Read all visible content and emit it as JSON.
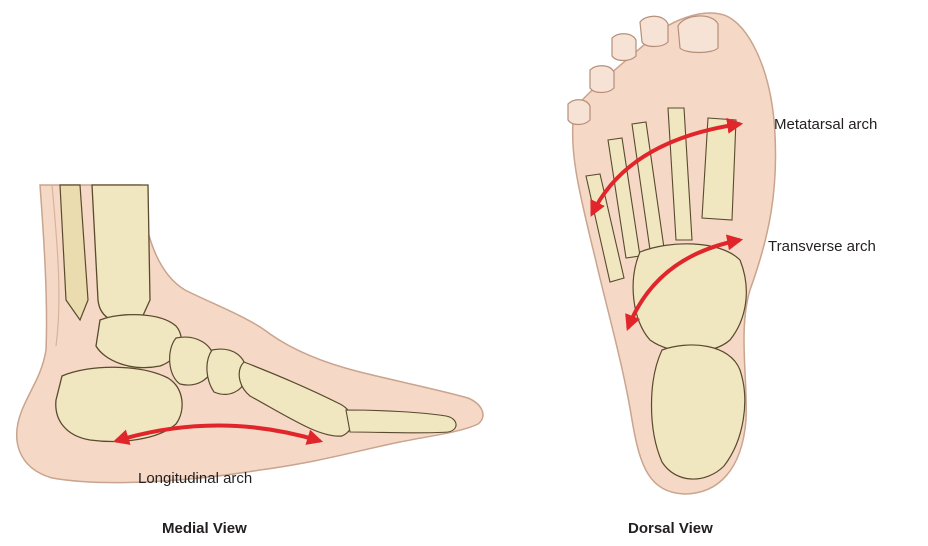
{
  "labels": {
    "metatarsal_arch": "Metatarsal arch",
    "transverse_arch": "Transverse arch",
    "longitudinal_arch": "Longitudinal arch"
  },
  "captions": {
    "medial": "Medial View",
    "dorsal": "Dorsal View"
  },
  "colors": {
    "skin": "#f5d9c6",
    "skin_outline": "#c9a48e",
    "bone": "#f0e6c0",
    "bone_outline": "#5a4a2e",
    "arrow": "#e0262b",
    "text": "#231f20"
  }
}
